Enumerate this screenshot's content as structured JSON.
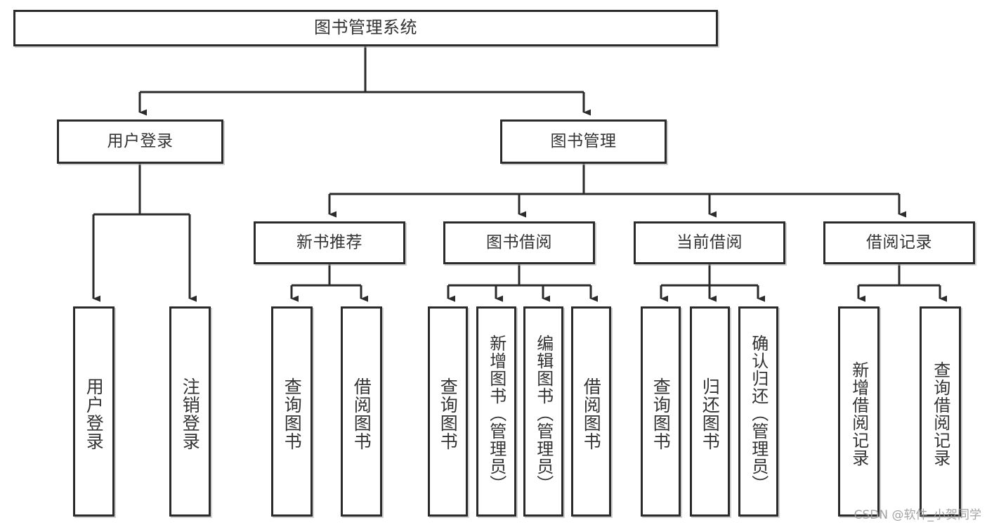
{
  "diagram": {
    "title": "图书管理系统",
    "type": "tree-structure-chart",
    "line_color": "#2b2b2b",
    "box_fill": "#ffffff",
    "text_color": "#333333"
  },
  "root": {
    "label": "图书管理系统"
  },
  "level1": [
    {
      "label": "用户登录"
    },
    {
      "label": "图书管理"
    }
  ],
  "level2": [
    {
      "label": "新书推荐"
    },
    {
      "label": "图书借阅"
    },
    {
      "label": "当前借阅"
    },
    {
      "label": "借阅记录"
    }
  ],
  "leaves": {
    "user_login": [
      {
        "label": "用户登录"
      },
      {
        "label": "注销登录"
      }
    ],
    "new_book_recommend": [
      {
        "label": "查询图书"
      },
      {
        "label": "借阅图书"
      }
    ],
    "book_borrow": [
      {
        "label": "查询图书"
      },
      {
        "label": "新增图书（管理员）"
      },
      {
        "label": "编辑图书（管理员）"
      },
      {
        "label": "借阅图书"
      }
    ],
    "current_borrow": [
      {
        "label": "查询图书"
      },
      {
        "label": "归还图书"
      },
      {
        "label": "确认归还（管理员）"
      }
    ],
    "borrow_record": [
      {
        "label": "新增借阅记录"
      },
      {
        "label": "查询借阅记录"
      }
    ]
  },
  "watermark": {
    "text": "CSDN @软件_小贺同学"
  }
}
